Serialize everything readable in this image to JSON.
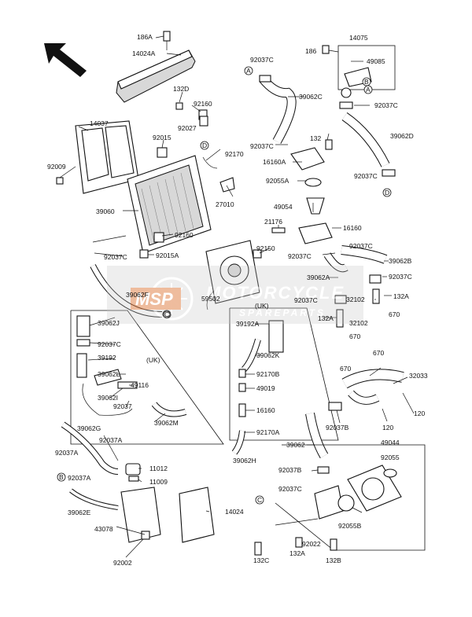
{
  "watermark": {
    "brand": "MSP",
    "line1": "MOTORCYCLE",
    "line2": "SPAREPARTS",
    "color": "#e07a3c"
  },
  "labels": {
    "l186A": "186A",
    "l14024A": "14024A",
    "l132D": "132D",
    "l92160a": "92160",
    "l92027": "92027",
    "l14037": "14037",
    "l92015": "92015",
    "l92009": "92009",
    "l92170": "92170",
    "l27010": "27010",
    "l39060": "39060",
    "l92160b": "92160",
    "l92037Ca": "92037C",
    "l92015A": "92015A",
    "l92150": "92150",
    "l39062F": "39062F",
    "l59502": "59502",
    "l39062J": "39062J",
    "l92037Cb": "92037C",
    "l39192a": "39192",
    "lUKa": "(UK)",
    "l39062L": "39062L",
    "l49116": "49116",
    "l39062I": "39062I",
    "l92037a": "92037",
    "l39062M": "39062M",
    "l39062G": "39062G",
    "l92037Aa": "92037A",
    "l92037Ab": "92037A",
    "l11012": "11012",
    "l11009": "11009",
    "l92037Ac": "92037A",
    "l39062E": "39062E",
    "l43078": "43078",
    "l14024": "14024",
    "l92002": "92002",
    "l186": "186",
    "l14075": "14075",
    "l49085": "49085",
    "l92037Cc": "92037C",
    "l39062C": "39062C",
    "l92037Cd": "92037C",
    "l39062D": "39062D",
    "l132a": "132",
    "l92037Ce": "92037C",
    "l16160A": "16160A",
    "l92055A": "92055A",
    "l49054": "49054",
    "l21176": "21176",
    "l16160a": "16160",
    "l92037Cf": "92037C",
    "l92037Cg": "92037C",
    "l39062B": "39062B",
    "l39062A": "39062A",
    "l92037Ch": "92037C",
    "lUKb": "(UK)",
    "l92037Ci": "92037C",
    "l32102a": "32102",
    "l132Aa": "132A",
    "l39192A": "39192A",
    "l132Ab": "132A",
    "l670a": "670",
    "l32102b": "32102",
    "l670b": "670",
    "l39062K": "39062K",
    "l92170B": "92170B",
    "l49019": "49019",
    "l16160b": "16160",
    "l92170A": "92170A",
    "l39062H": "39062H",
    "l670c": "670",
    "l670d": "670",
    "l32033": "32033",
    "l120a": "120",
    "l120b": "120",
    "l92037B": "92037B",
    "l49044": "49044",
    "l39062": "39062",
    "l92055": "92055",
    "l92037Ba": "92037B",
    "l92037Cj": "92037C",
    "l92055B": "92055B",
    "l92022": "92022",
    "l132Ac": "132A",
    "l132C": "132C",
    "l132B": "132B",
    "cA": "A",
    "cA2": "A",
    "cB": "B",
    "cB2": "B",
    "cC": "C",
    "cC2": "C",
    "cD": "D",
    "cD2": "D"
  }
}
